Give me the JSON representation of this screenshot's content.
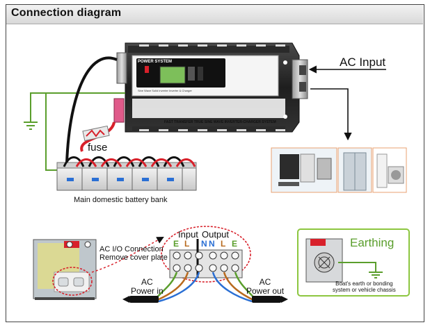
{
  "header": {
    "title": "Connection diagram"
  },
  "top_diagram": {
    "ac_input_label": "AC Input",
    "fuse_label": "fuse",
    "battery_label": "Main domestic battery bank",
    "inverter_panel_title": "POWER SYSTEM",
    "inverter_panel_subtitle": "Sine Wave Solid Inverter Inverter & Charger",
    "inverter_footer": "FAST TRANSFER TRUE SINE WAVE INVERTER-CHARGER SYSTEM"
  },
  "bottom_diagram": {
    "io_connection_line1": "AC  I/O Connection",
    "io_connection_line2": "Remove cover plate",
    "input_label": "Input",
    "output_label": "Output",
    "terminals": [
      "E",
      "L",
      "N",
      "N",
      "L",
      "E"
    ],
    "ac_power_in_line1": "AC",
    "ac_power_in_line2": "Power in",
    "ac_power_out_line1": "AC",
    "ac_power_out_line2": "Power out",
    "earthing_title": "Earthing",
    "earthing_note_line1": "Boat's earth or bonding",
    "earthing_note_line2": "system or vehicle chassis"
  },
  "colors": {
    "earth_green": "#5a9e2c",
    "cable_red": "#d8202a",
    "cable_black": "#111111",
    "wire_blue": "#2a6fd4",
    "wire_brown": "#b86a1e",
    "earthing_box_border": "#8cc63f"
  }
}
